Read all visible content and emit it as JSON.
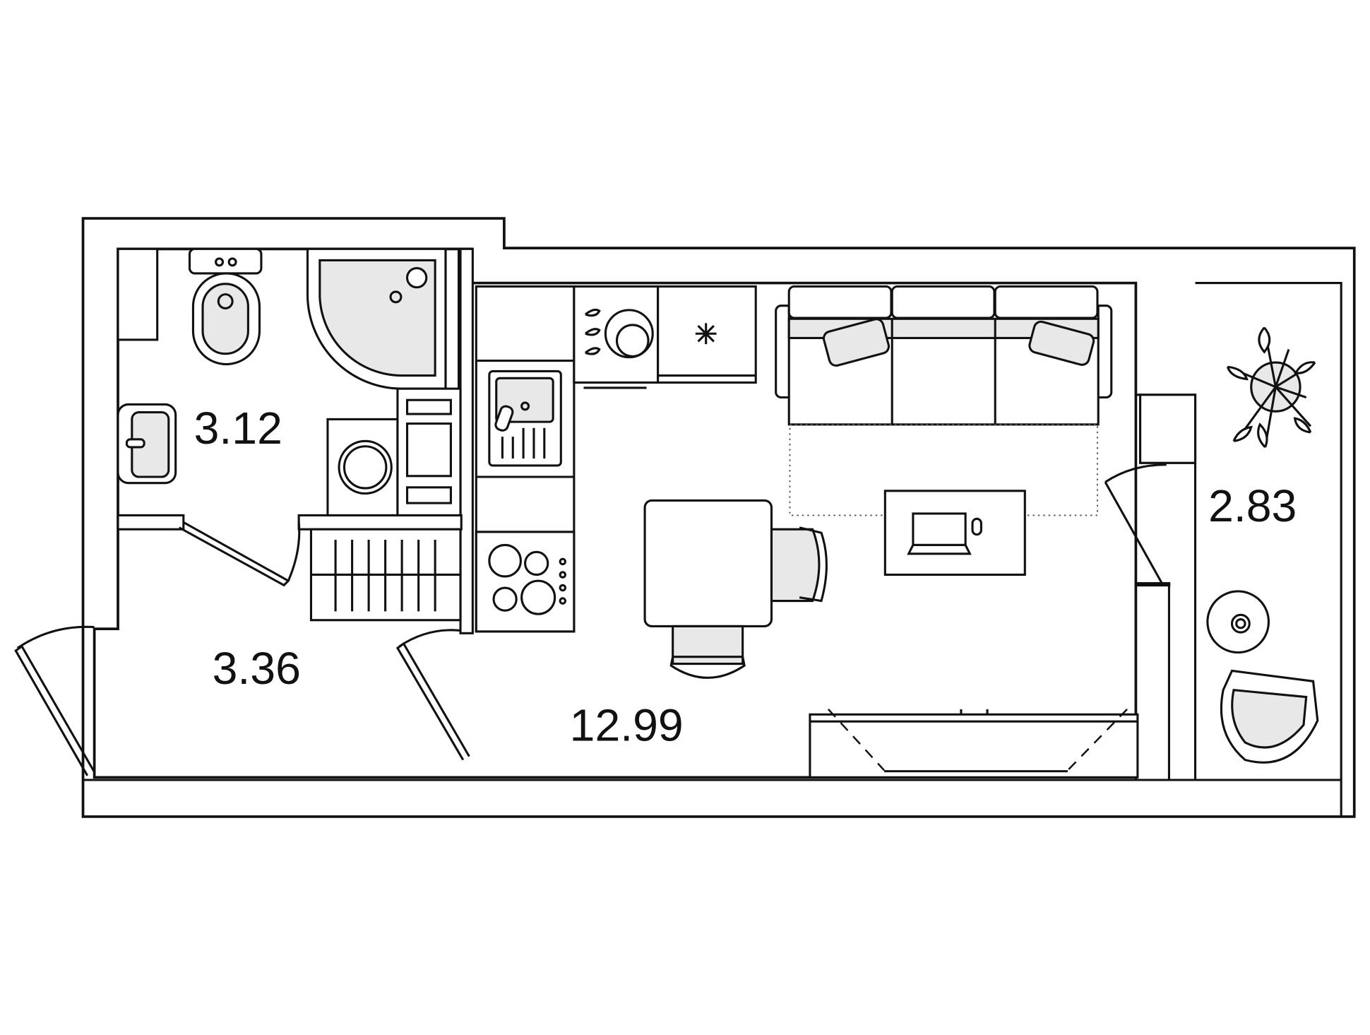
{
  "plan": {
    "rooms": [
      {
        "name": "bathroom",
        "area": "3.12"
      },
      {
        "name": "hallway",
        "area": "3.36"
      },
      {
        "name": "living-kitchen",
        "area": "12.99"
      },
      {
        "name": "balcony",
        "area": "2.83"
      }
    ]
  }
}
